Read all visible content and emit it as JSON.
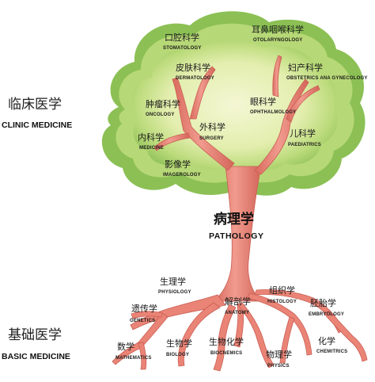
{
  "sides": {
    "clinic": {
      "zh": "临床医学",
      "en": "CLINIC MEDICINE"
    },
    "basic": {
      "zh": "基础医学",
      "en": "BASIC MEDICINE"
    }
  },
  "center": {
    "zh": "病理学",
    "en": "PATHOLOGY"
  },
  "clinical_branches": [
    {
      "zh": "口腔科学",
      "en": "STOMATOLOGY"
    },
    {
      "zh": "耳鼻咽喉科学",
      "en": "OTOLARYNGOLOGY"
    },
    {
      "zh": "皮肤科学",
      "en": "DERMATOLOGY"
    },
    {
      "zh": "妇产科学",
      "en": "OBSTETRICS ANA GYNECOLOGY"
    },
    {
      "zh": "肿瘤科学",
      "en": "ONCOLOGY"
    },
    {
      "zh": "眼科学",
      "en": "OPHTHALMOLOGY"
    },
    {
      "zh": "内科学",
      "en": "MEDICINE"
    },
    {
      "zh": "外科学",
      "en": "SURGERY"
    },
    {
      "zh": "儿科学",
      "en": "PAEDIATRICS"
    },
    {
      "zh": "影像学",
      "en": "IMAGEROLOGY"
    }
  ],
  "basic_roots": [
    {
      "zh": "生理学",
      "en": "PHYSIOLOGY"
    },
    {
      "zh": "组织学",
      "en": "HISTOLOGY"
    },
    {
      "zh": "遗传学",
      "en": "GENETICS"
    },
    {
      "zh": "解剖学",
      "en": "ANATOMY"
    },
    {
      "zh": "胚胎学",
      "en": "EMBRYOLOGY"
    },
    {
      "zh": "数学",
      "en": "MATHEMATICS"
    },
    {
      "zh": "生物学",
      "en": "BIOLOGY"
    },
    {
      "zh": "生物化学",
      "en": "BIOCNEMICS"
    },
    {
      "zh": "物理学",
      "en": "PHYSICS"
    },
    {
      "zh": "化学",
      "en": "CHEMITRICS"
    }
  ],
  "colors": {
    "canopy_outer": "#8fc25a",
    "canopy_mid": "#b9d97a",
    "canopy_inner": "#eef4c4",
    "trunk": "#ea8476",
    "trunk_dark": "#c95e53"
  }
}
